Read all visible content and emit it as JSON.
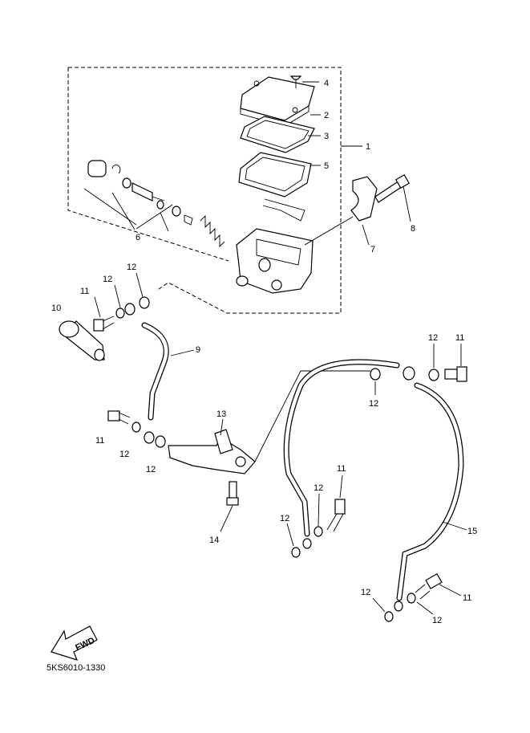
{
  "diagram": {
    "part_code": "5KS6010-1330",
    "fwd_label": "FWD",
    "callouts": [
      "1",
      "2",
      "3",
      "4",
      "5",
      "6",
      "7",
      "8",
      "9",
      "10",
      "11",
      "12",
      "12",
      "11",
      "12",
      "12",
      "13",
      "14",
      "12",
      "12",
      "11",
      "11",
      "12",
      "12",
      "15",
      "12",
      "11",
      "12"
    ]
  }
}
